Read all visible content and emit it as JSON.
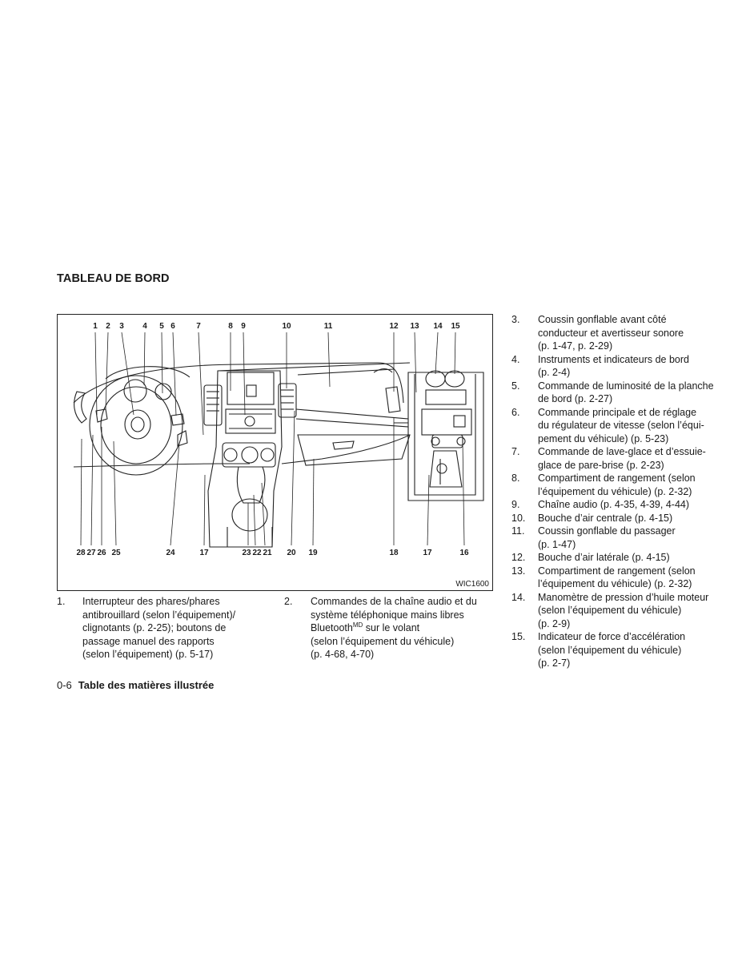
{
  "page": {
    "title": "TABLEAU DE BORD",
    "figure_code": "WIC1600",
    "footer_page": "0-6",
    "footer_section": "Table des matières illustrée"
  },
  "callouts_top": [
    "1",
    "2",
    "3",
    "4",
    "5",
    "6",
    "7",
    "8",
    "9",
    "10",
    "11",
    "12",
    "13",
    "14",
    "15"
  ],
  "callouts_bottom": [
    "28",
    "27",
    "26",
    "25",
    "24",
    "17",
    "23",
    "22",
    "21",
    "20",
    "19",
    "18",
    "17",
    "16"
  ],
  "caption_items": [
    {
      "num": "1.",
      "lines": [
        "Interrupteur des phares/phares",
        "antibrouillard (selon l’équipement)/",
        "clignotants (p. 2-25); boutons de",
        "passage manuel des rapports",
        "(selon l’équipement) (p. 5-17)"
      ]
    },
    {
      "num": "2.",
      "lines": [
        "Commandes de la chaîne audio et du",
        "système téléphonique mains libres",
        "Bluetooth",
        "MD",
        " sur le volant",
        "(selon l’équipement du véhicule)",
        "(p. 4-68, 4-70)"
      ]
    }
  ],
  "right_items": [
    {
      "num": "3.",
      "lines": [
        "Coussin gonflable avant côté",
        "conducteur et avertisseur sonore",
        "(p. 1-47, p. 2-29)"
      ]
    },
    {
      "num": "4.",
      "lines": [
        "Instruments et indicateurs de bord",
        "(p. 2-4)"
      ]
    },
    {
      "num": "5.",
      "lines": [
        "Commande de luminosité de la planche",
        "de bord (p. 2-27)"
      ]
    },
    {
      "num": "6.",
      "lines": [
        "Commande principale et de réglage",
        "du régulateur de vitesse (selon l’équi-",
        "pement du véhicule) (p. 5-23)"
      ]
    },
    {
      "num": "7.",
      "lines": [
        "Commande de lave-glace et d’essuie-",
        "glace de pare-brise (p. 2-23)"
      ]
    },
    {
      "num": "8.",
      "lines": [
        "Compartiment de rangement (selon",
        "l’équipement du véhicule) (p. 2-32)"
      ]
    },
    {
      "num": "9.",
      "lines": [
        "Chaîne audio (p. 4-35, 4-39, 4-44)"
      ]
    },
    {
      "num": "10.",
      "lines": [
        "Bouche d’air centrale (p. 4-15)"
      ]
    },
    {
      "num": "11.",
      "lines": [
        "Coussin gonflable du passager",
        "(p. 1-47)"
      ]
    },
    {
      "num": "12.",
      "lines": [
        "Bouche d’air latérale (p. 4-15)"
      ]
    },
    {
      "num": "13.",
      "lines": [
        "Compartiment de rangement (selon",
        "l’équipement du véhicule) (p. 2-32)"
      ]
    },
    {
      "num": "14.",
      "lines": [
        "Manomètre de pression d’huile moteur",
        "(selon l’équipement du véhicule)",
        "(p. 2-9)"
      ]
    },
    {
      "num": "15.",
      "lines": [
        "Indicateur de force d’accélération",
        "(selon l’équipement du véhicule)",
        "(p. 2-7)"
      ]
    }
  ]
}
